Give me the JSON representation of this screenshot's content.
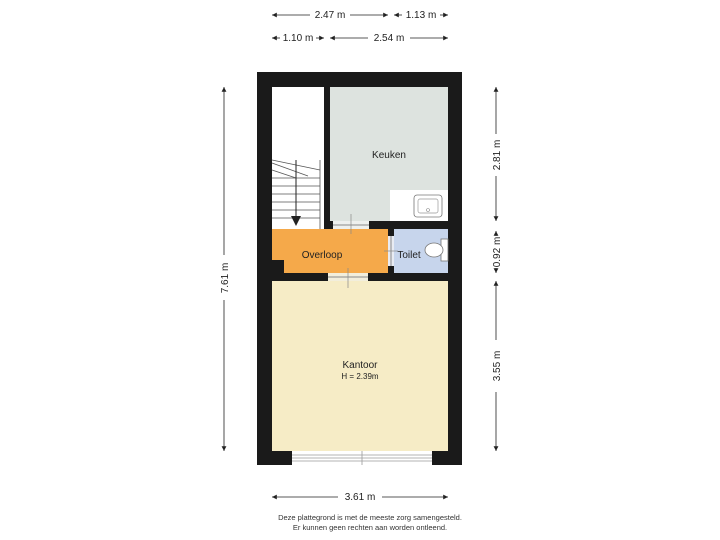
{
  "rooms": {
    "keuken": "Keuken",
    "overloop": "Overloop",
    "toilet": "Toilet",
    "kantoor": "Kantoor",
    "kantoor_height": "H = 2.39m"
  },
  "dimensions": {
    "top_row1_left": "2.47 m",
    "top_row1_right": "1.13 m",
    "top_row2_left": "1.10 m",
    "top_row2_right": "2.54 m",
    "left_total": "7.61 m",
    "right_top": "2.81 m",
    "right_mid": "0.92 m",
    "right_bottom": "3.55 m",
    "bottom_total": "3.61 m"
  },
  "disclaimer": {
    "line1": "Deze plattegrond is met de meeste zorg samengesteld.",
    "line2": "Er kunnen geen rechten aan worden ontleend."
  },
  "colors": {
    "wall": "#1a1a1a",
    "keuken": "#dde3df",
    "overloop": "#f5a94a",
    "toilet": "#c7d5ec",
    "kantoor": "#f6ecc6",
    "stairs": "#ffffff"
  }
}
